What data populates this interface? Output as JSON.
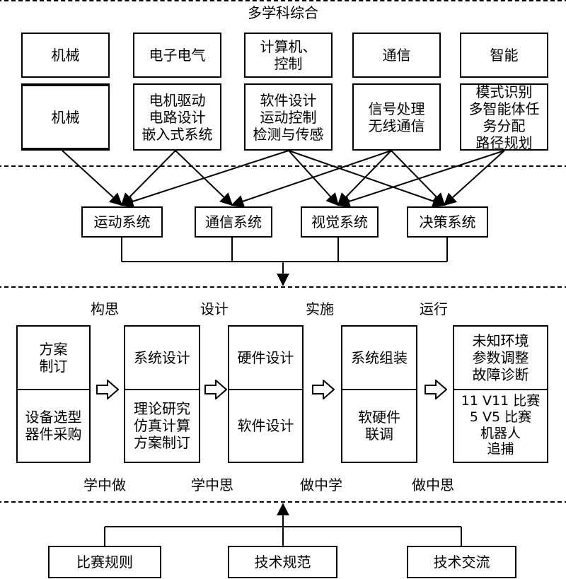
{
  "top_section": {
    "title": "多学科综合",
    "disciplines": [
      {
        "name": "机械",
        "detail": "机械"
      },
      {
        "name": "电子电气",
        "detail": "电机驱动\n电路设计\n嵌入式系统"
      },
      {
        "name": "计算机、\n控制",
        "detail": "软件设计\n运动控制\n检测与传感"
      },
      {
        "name": "通信",
        "detail": "信号处理\n无线通信"
      },
      {
        "name": "智能",
        "detail": "模式识别\n多智能体任\n务分配\n路径规划"
      }
    ]
  },
  "systems": [
    "运动系统",
    "通信系统",
    "视觉系统",
    "决策系统"
  ],
  "middle_section": {
    "stages": [
      "构思",
      "设计",
      "实施",
      "运行"
    ],
    "phases": [
      {
        "top": "方案\n制订",
        "bottom": "设备选型\n器件采购"
      },
      {
        "top": "系统设计",
        "bottom": "理论研究\n仿真计算\n方案制订"
      },
      {
        "top": "硬件设计",
        "bottom": "软件设计"
      },
      {
        "top": "系统组装",
        "bottom": "软硬件\n联调"
      },
      {
        "top": "未知环境\n参数调整\n故障诊断",
        "bottom": "11 V11 比赛\n5 V5 比赛\n机器人\n追捕"
      }
    ],
    "learning_modes": [
      "学中做",
      "学中思",
      "做中学",
      "做中思"
    ]
  },
  "bottom_inputs": [
    "比赛规则",
    "技术规范",
    "技术交流"
  ]
}
